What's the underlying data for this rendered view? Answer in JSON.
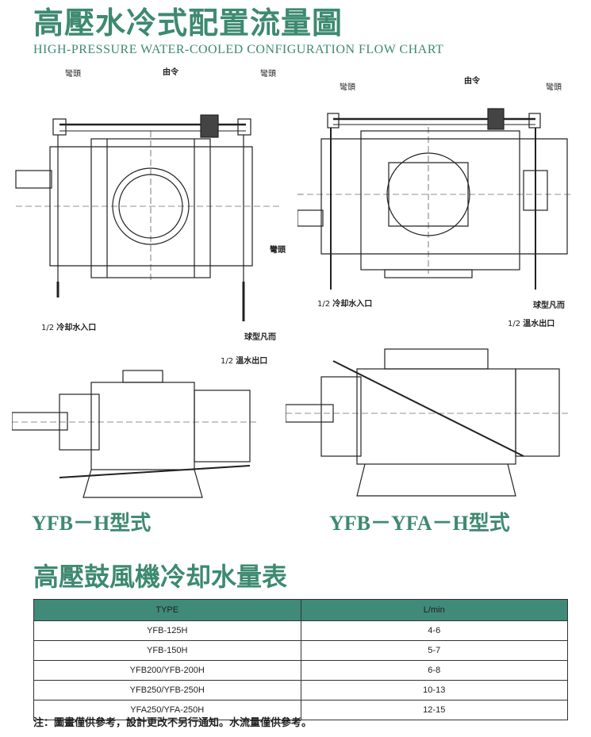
{
  "header": {
    "title_cn": "高壓水冷式配置流量圖",
    "title_en": "HIGH-PRESSURE WATER-COOLED CONFIGURATION FLOW CHART"
  },
  "diagram_left": {
    "elbow_left": "彎頭",
    "union": "由令",
    "elbow_right": "彎頭",
    "inlet": "冷却水入口",
    "ball_valve": "球型凡而",
    "outlet": "溫水出口",
    "fraction": "1/2",
    "model": "YFB－H型式"
  },
  "diagram_right": {
    "elbow_left": "彎頭",
    "union": "由令",
    "elbow_right": "彎頭",
    "elbow_mid": "彎頭",
    "inlet": "冷却水入口",
    "ball_valve": "球型凡而",
    "outlet": "溫水出口",
    "fraction": "1/2",
    "model": "YFB－YFA－H型式"
  },
  "table": {
    "title": "高壓鼓風機冷却水量表",
    "headers": [
      "TYPE",
      "L/min"
    ],
    "rows": [
      [
        "YFB-125H",
        "4-6"
      ],
      [
        "YFB-150H",
        "5-7"
      ],
      [
        "YFB200/YFB-200H",
        "6-8"
      ],
      [
        "YFB250/YFB-250H",
        "10-13"
      ],
      [
        "YFA250/YFA-250H",
        "12-15"
      ]
    ]
  },
  "note": "注：圖畫僅供參考，設計更改不另行通知。水流量僅供參考。",
  "colors": {
    "accent": "#3d8a70",
    "header_bg": "#3f8a78"
  }
}
